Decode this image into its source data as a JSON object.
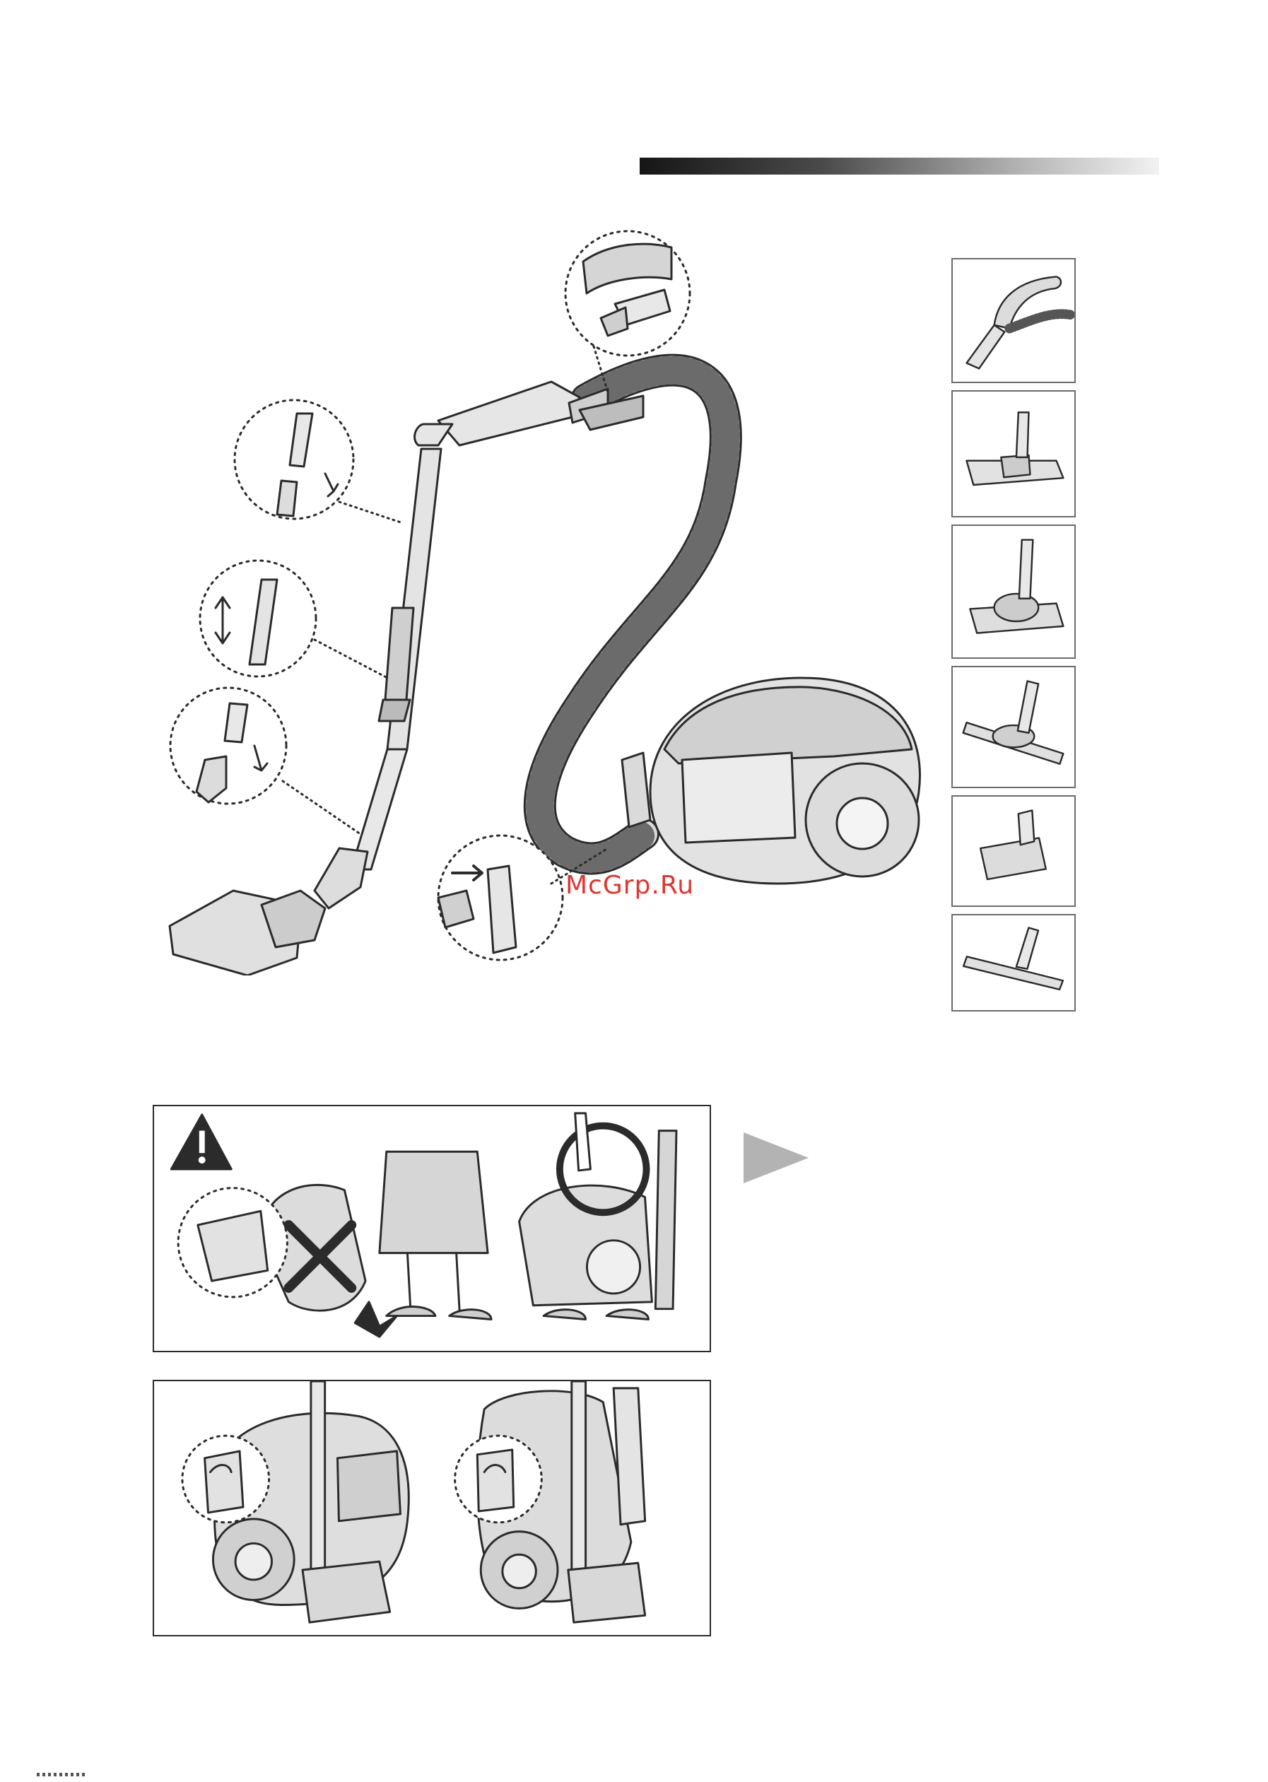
{
  "document": {
    "watermark": "McGrp.Ru"
  },
  "colors": {
    "ink": "#2b2b2b",
    "body_fill": "#dcdcdc",
    "light_fill": "#eeeeee",
    "watermark": "#e3342f",
    "header_gradient_start": "#161616",
    "header_gradient_end": "#f2f2f2"
  },
  "illustrations": {
    "main": "vacuum-cleaner-assembly",
    "accessories": [
      "hose-handle",
      "floor-brush",
      "turbo-brush",
      "parquet-brush",
      "mini-turbo-brush",
      "hard-floor-brush"
    ],
    "warning_panel": "carry-handle-warning",
    "storage_panel": "tube-storage-parking"
  },
  "icons": {
    "warning": "warning-icon",
    "play": "play-triangle-icon",
    "wrong": "cross-mark-icon",
    "correct": "circle-mark-icon"
  }
}
